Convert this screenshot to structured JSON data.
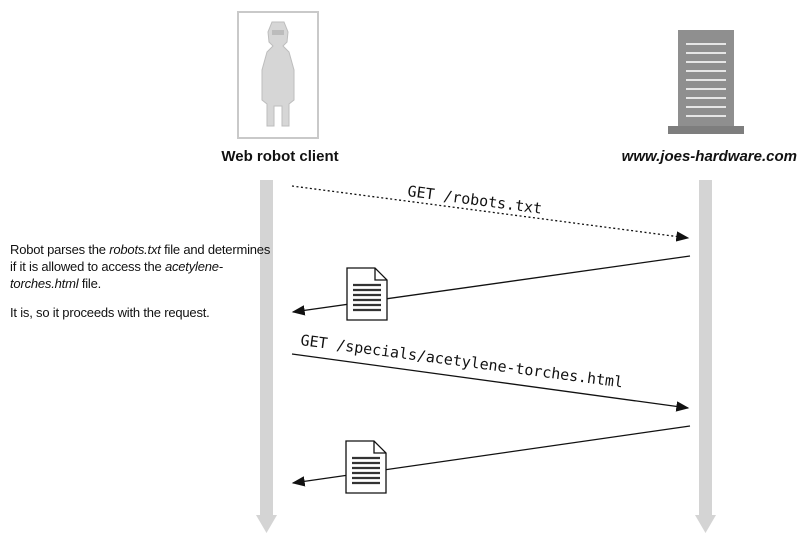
{
  "client": {
    "label": "Web robot client"
  },
  "server": {
    "label": "www.joes-hardware.com"
  },
  "messages": [
    {
      "direction": "request",
      "text": "GET /robots.txt"
    },
    {
      "direction": "response",
      "icon": "document-icon"
    },
    {
      "direction": "request",
      "text": "GET /specials/acetylene-torches.html"
    },
    {
      "direction": "response",
      "icon": "document-icon"
    }
  ],
  "note": {
    "line1_pre": "Robot parses the ",
    "line1_em": "robots.txt",
    "line1_post": " file and determines if it is allowed to access the ",
    "line1_em2": "acetylene-torches.html",
    "line1_end": " file.",
    "line2": "It is, so it proceeds with the request."
  },
  "colors": {
    "lifeline": "#d4d4d4",
    "arrow": "#111111",
    "figure": "#d6d6d6",
    "server": "#8f8f8f"
  }
}
